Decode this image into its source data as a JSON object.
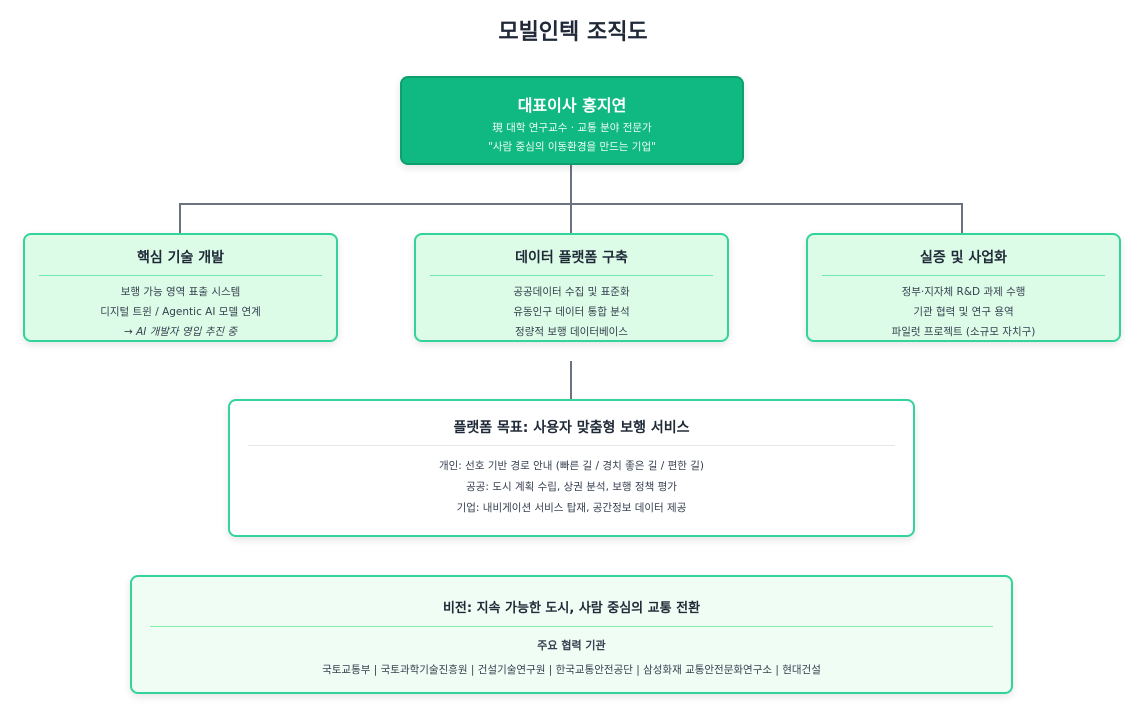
{
  "title": "모빌인텍 조직도",
  "ceo": {
    "name": "대표이사 홍지연",
    "line1": "現 대학 연구교수 · 교통 분야 전문가",
    "line2": "\"사람 중심의 이동환경을 만드는 기업\""
  },
  "departments": [
    {
      "name": "핵심 기술 개발",
      "items": [
        "보행 가능 영역 표출 시스템",
        "디지털 트윈 / Agentic AI 모델 연계",
        "→ AI 개발자 영입 추진 중"
      ]
    },
    {
      "name": "데이터 플랫폼 구축",
      "items": [
        "공공데이터 수집 및 표준화",
        "유동인구 데이터 통합 분석",
        "정량적 보행 데이터베이스"
      ]
    },
    {
      "name": "실증 및 사업화",
      "items": [
        "정부·지자체 R&D 과제 수행",
        "기관 협력 및 연구 용역",
        "파일럿 프로젝트 (소규모 자치구)"
      ]
    }
  ],
  "goal": {
    "title": "플랫폼 목표: 사용자 맞춤형 보행 서비스",
    "items": [
      "개인: 선호 기반 경로 안내 (빠른 길 / 경치 좋은 길 / 편한 길)",
      "공공: 도시 계획 수립, 상권 분석, 보행 정책 평가",
      "기업: 내비게이션 서비스 탑재, 공간정보 데이터 제공"
    ]
  },
  "vision": {
    "title": "비전: 지속 가능한 도시, 사람 중심의 교통 전환",
    "partners_label": "주요 협력 기관",
    "partners": "국토교통부 | 국토과학기술진흥원 | 건설기술연구원 | 한국교통안전공단 | 삼성화재 교통안전문화연구소 | 현대건설"
  }
}
